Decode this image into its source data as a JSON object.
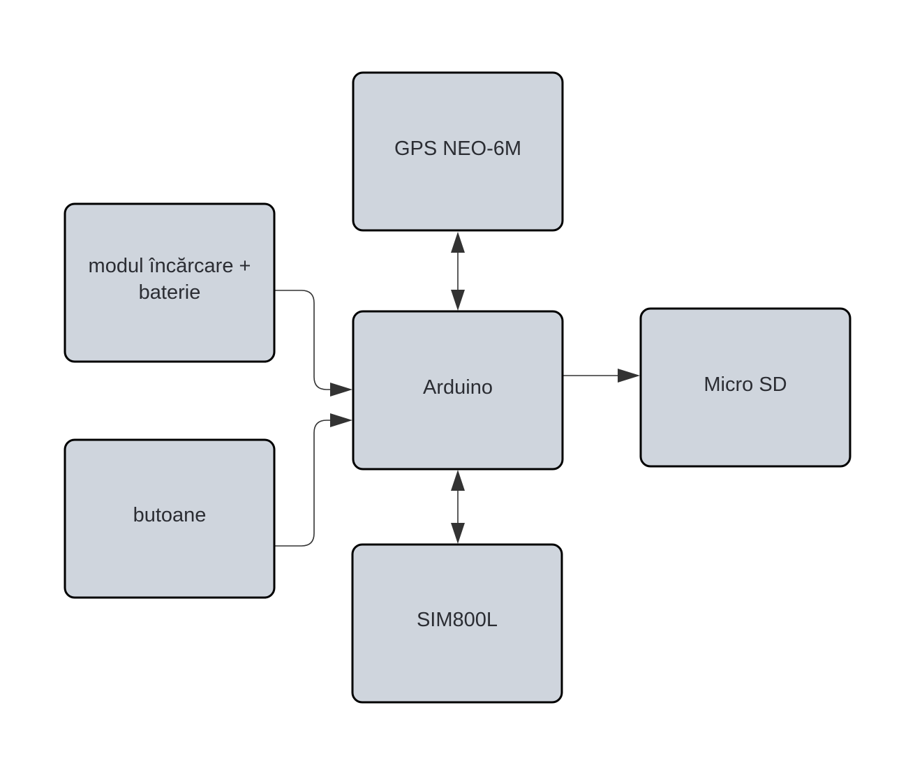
{
  "diagram": {
    "colors": {
      "node_fill": "#cfd5dd",
      "node_border": "#000000",
      "text": "#2b2d33",
      "edge": "#333333",
      "background": "#ffffff"
    },
    "nodes": [
      {
        "id": "gps",
        "lines": [
          "GPS NEO-6M"
        ]
      },
      {
        "id": "charger",
        "lines": [
          "modul încărcare +",
          "baterie"
        ]
      },
      {
        "id": "arduino",
        "lines": [
          "Arduino"
        ]
      },
      {
        "id": "microsd",
        "lines": [
          "Micro SD"
        ]
      },
      {
        "id": "buttons",
        "lines": [
          "butoane"
        ]
      },
      {
        "id": "sim",
        "lines": [
          "SIM800L"
        ]
      }
    ],
    "edges": [
      {
        "from": "gps",
        "to": "arduino",
        "direction": "both"
      },
      {
        "from": "charger",
        "to": "arduino",
        "direction": "forward"
      },
      {
        "from": "buttons",
        "to": "arduino",
        "direction": "forward"
      },
      {
        "from": "arduino",
        "to": "microsd",
        "direction": "forward"
      },
      {
        "from": "arduino",
        "to": "sim",
        "direction": "both"
      }
    ]
  }
}
